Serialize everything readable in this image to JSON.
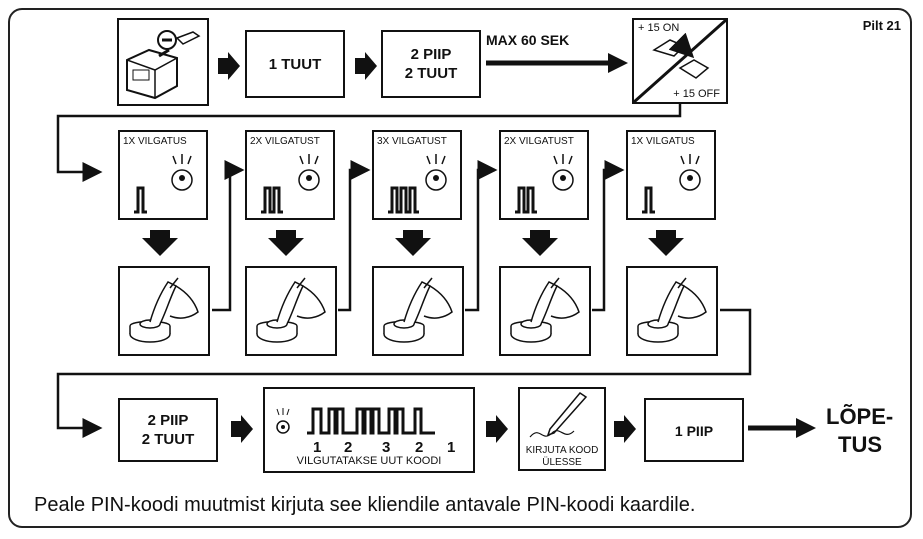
{
  "figure_label": "Pilt 21",
  "row1": {
    "box1": "1 TUUT",
    "box2_line1": "2  PIIP",
    "box2_line2": "2 TUUT",
    "arrow_label": "MAX 60  SEK",
    "ignition_on": "+ 15 ON",
    "ignition_off": "+ 15 OFF"
  },
  "row2": {
    "steps": [
      {
        "label": "1X VILGATUS",
        "count": 1
      },
      {
        "label": "2X VILGATUST",
        "count": 2
      },
      {
        "label": "3X VILGATUST",
        "count": 3
      },
      {
        "label": "2X VILGATUST",
        "count": 2
      },
      {
        "label": "1X VILGATUS",
        "count": 1
      }
    ]
  },
  "row4": {
    "box1_line1": "2  PIIP",
    "box1_line2": "2 TUUT",
    "code_digits": [
      "1",
      "2",
      "3",
      "2",
      "1"
    ],
    "code_caption": "VILGUTATAKSE UUT KOODI",
    "write_caption_line1": "KIRJUTA KOOD",
    "write_caption_line2": "ÜLESSE",
    "box_last": "1 PIIP",
    "end_line1": "LÕPE-",
    "end_line2": "TUS"
  },
  "footer": "Peale PIN-koodi muutmist kirjuta see kliendile antavale PIN-koodi kaardile."
}
